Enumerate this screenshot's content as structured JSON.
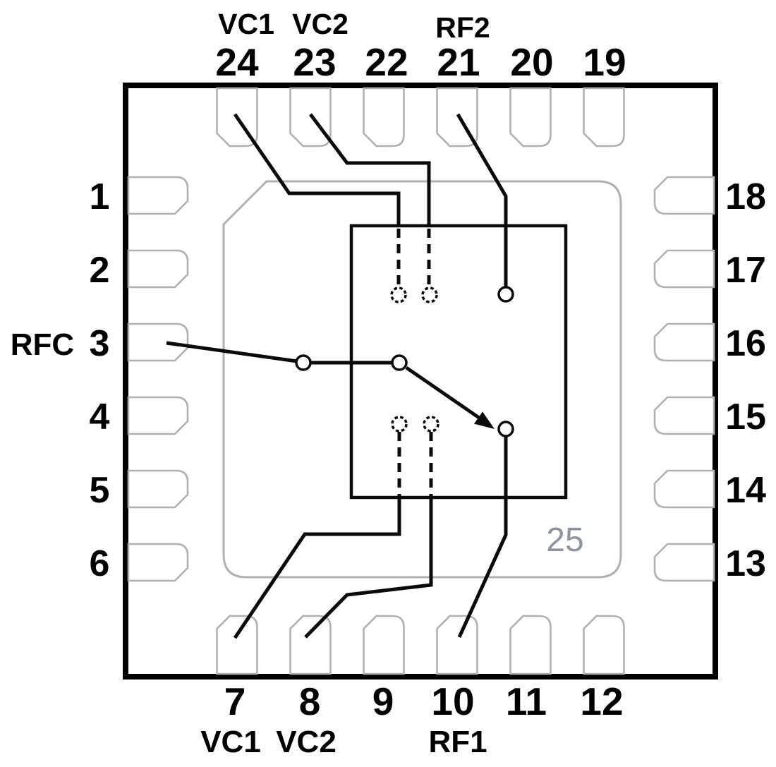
{
  "pins": {
    "top": [
      {
        "number": "24",
        "signal": "VC1"
      },
      {
        "number": "23",
        "signal": "VC2"
      },
      {
        "number": "22",
        "signal": ""
      },
      {
        "number": "21",
        "signal": "RF2"
      },
      {
        "number": "20",
        "signal": ""
      },
      {
        "number": "19",
        "signal": ""
      }
    ],
    "left": [
      {
        "number": "1",
        "signal": ""
      },
      {
        "number": "2",
        "signal": ""
      },
      {
        "number": "3",
        "signal": "RFC"
      },
      {
        "number": "4",
        "signal": ""
      },
      {
        "number": "5",
        "signal": ""
      },
      {
        "number": "6",
        "signal": ""
      }
    ],
    "right": [
      {
        "number": "18",
        "signal": ""
      },
      {
        "number": "17",
        "signal": ""
      },
      {
        "number": "16",
        "signal": ""
      },
      {
        "number": "15",
        "signal": ""
      },
      {
        "number": "14",
        "signal": ""
      },
      {
        "number": "13",
        "signal": ""
      }
    ],
    "bottom": [
      {
        "number": "7",
        "signal": "VC1"
      },
      {
        "number": "8",
        "signal": "VC2"
      },
      {
        "number": "9",
        "signal": ""
      },
      {
        "number": "10",
        "signal": "RF1"
      },
      {
        "number": "11",
        "signal": ""
      },
      {
        "number": "12",
        "signal": ""
      }
    ]
  },
  "center_pad": {
    "label": "25"
  },
  "colors": {
    "line": "#0a0a0a",
    "border": "#000000",
    "pad_outline": "#b0b0b0",
    "text": "#000000",
    "center_pad_text": "#8e939e"
  }
}
